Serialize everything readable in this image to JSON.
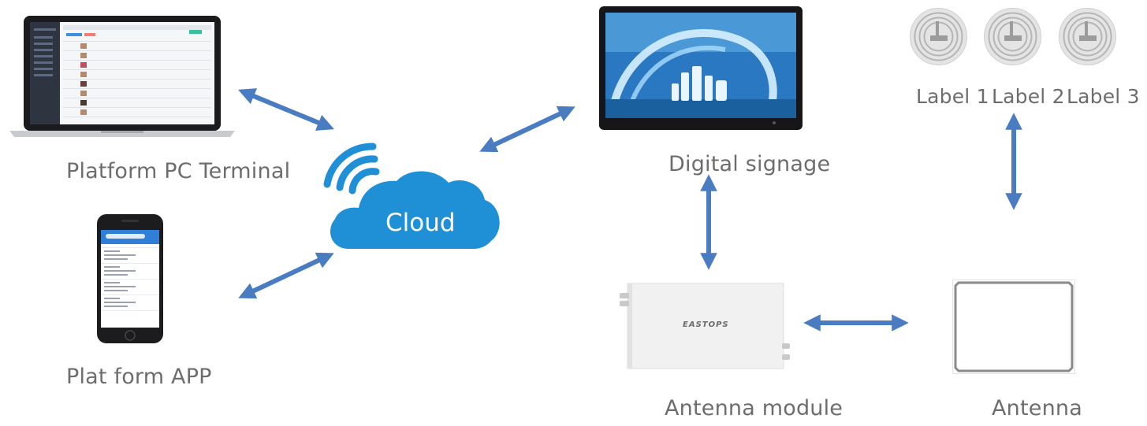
{
  "labels": {
    "pc": "Platform PC Terminal",
    "app": "Plat form APP",
    "cloud": "Cloud",
    "signage": "Digital signage",
    "antenna_module": "Antenna module",
    "antenna": "Antenna",
    "tags": [
      "Label 1",
      "Label 2",
      "Label 3"
    ]
  },
  "device": {
    "brand": "EASTOPS"
  },
  "colors": {
    "arrow": "#4a7cc2",
    "cloud": "#1f8fd6",
    "label_text": "#6d6d6d"
  }
}
